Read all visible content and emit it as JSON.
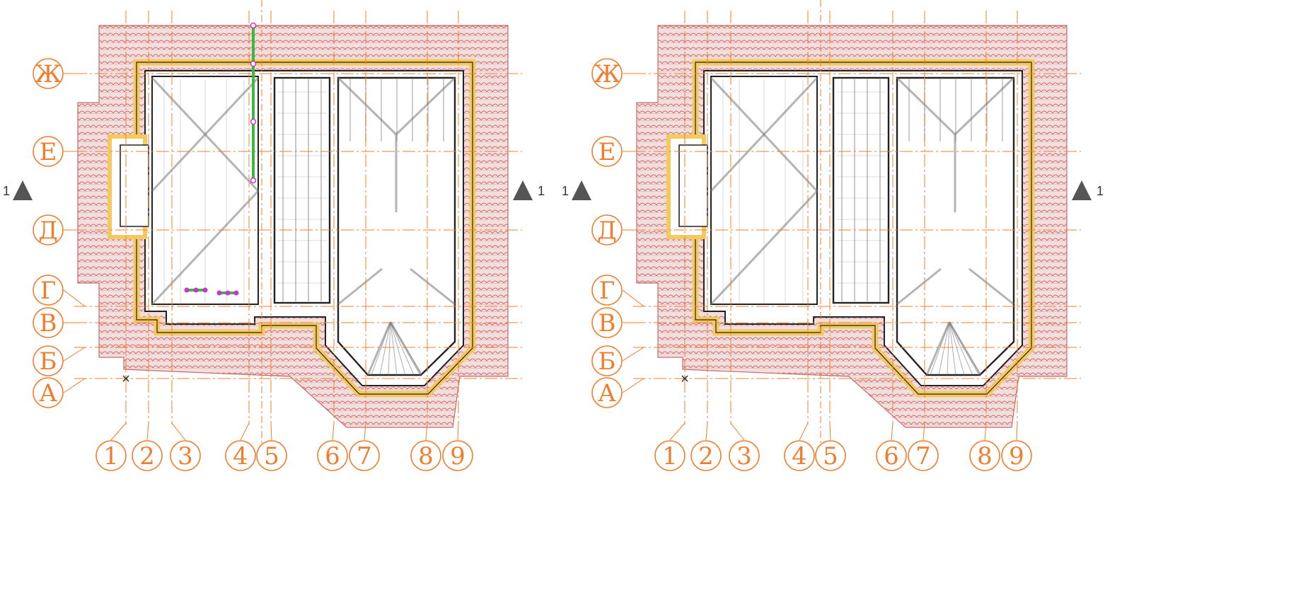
{
  "colors": {
    "axis": "#f07d2e",
    "roof_tile": "#d9a0a0",
    "roof_tile_line": "#c86a6a",
    "wall": "#222222",
    "insulation": "#f4c95d",
    "selection": "#3cb83c",
    "grip": "#cc33cc",
    "section_marker": "#555555",
    "framing": "#777777"
  },
  "plans": [
    {
      "id": "left",
      "row_axes": [
        "Ж",
        "Е",
        "Д",
        "Г",
        "В",
        "Б",
        "А"
      ],
      "col_axes": [
        "1",
        "2",
        "3",
        "4",
        "5",
        "6",
        "7",
        "8",
        "9"
      ],
      "section_markers": [
        "1",
        "1"
      ],
      "has_selection": true
    },
    {
      "id": "right",
      "row_axes": [
        "Ж",
        "Е",
        "Д",
        "Г",
        "В",
        "Б",
        "А"
      ],
      "col_axes": [
        "1",
        "2",
        "3",
        "4",
        "5",
        "6",
        "7",
        "8",
        "9"
      ],
      "section_markers": [
        "1",
        "1"
      ],
      "has_selection": false
    }
  ]
}
